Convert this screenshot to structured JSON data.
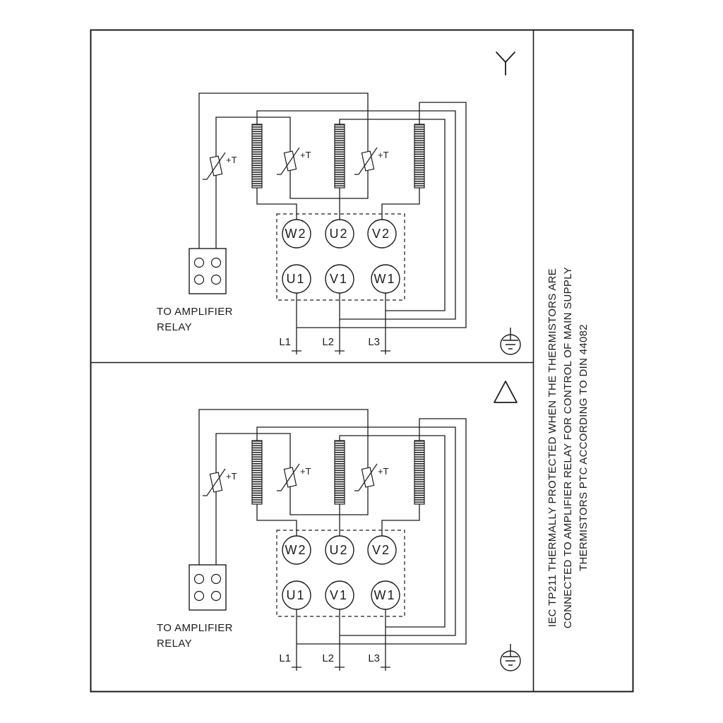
{
  "ink_color": "#1c1c1c",
  "background_color": "#ffffff",
  "panels": [
    {
      "connection": "star",
      "symbol_icon": "star-symbol-icon",
      "terminals_top": [
        "W2",
        "U2",
        "V2"
      ],
      "terminals_bottom": [
        "U1",
        "V1",
        "W1"
      ],
      "leads": [
        "L1",
        "L2",
        "L3"
      ],
      "thermistor_labels": [
        "+T",
        "+T",
        "+T"
      ],
      "relay_caption_line1": "TO AMPLIFIER",
      "relay_caption_line2": "RELAY",
      "ground_icon": "earth-ground-icon"
    },
    {
      "connection": "delta",
      "symbol_icon": "delta-symbol-icon",
      "terminals_top": [
        "W2",
        "U2",
        "V2"
      ],
      "terminals_bottom": [
        "U1",
        "V1",
        "W1"
      ],
      "leads": [
        "L1",
        "L2",
        "L3"
      ],
      "thermistor_labels": [
        "+T",
        "+T",
        "+T"
      ],
      "relay_caption_line1": "TO AMPLIFIER",
      "relay_caption_line2": "RELAY",
      "ground_icon": "earth-ground-icon"
    }
  ],
  "side_note": {
    "lines": [
      "IEC TP211 THERMALLY PROTECTED WHEN THE THERMISTORS ARE",
      "CONNECTED TO AMPLIFIER RELAY FOR CONTROL OF MAIN SUPPLY",
      "THERMISTORS PTC ACCORDING TO DIN 44082"
    ]
  }
}
